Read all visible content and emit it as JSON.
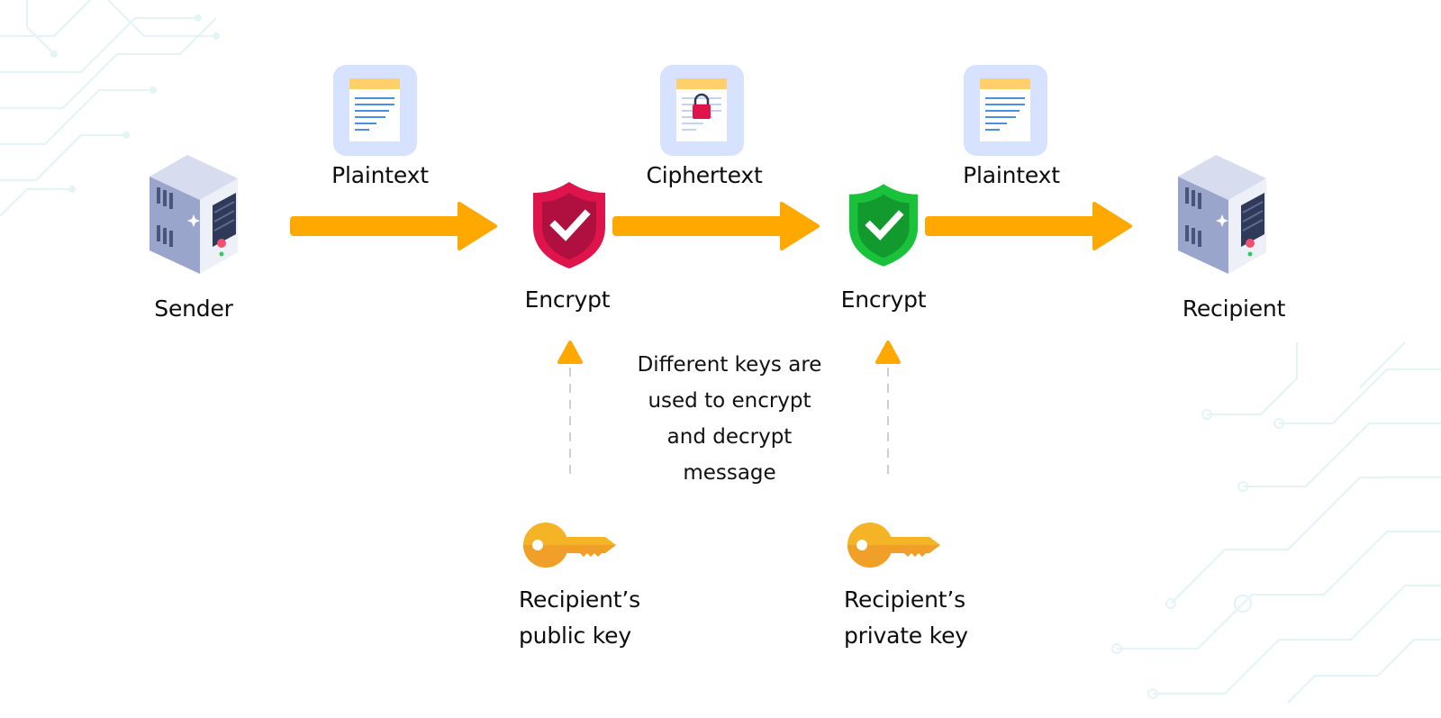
{
  "nodes": {
    "sender": {
      "label": "Sender"
    },
    "recipient": {
      "label": "Recipient"
    },
    "encrypt_1": {
      "label": "Encrypt"
    },
    "encrypt_2": {
      "label": "Encrypt"
    }
  },
  "documents": {
    "doc_1": {
      "label": "Plaintext"
    },
    "doc_2": {
      "label": "Ciphertext"
    },
    "doc_3": {
      "label": "Plaintext"
    }
  },
  "keys": {
    "public": {
      "line1": "Recipient’s",
      "line2": "public key"
    },
    "private": {
      "line1": "Recipient’s",
      "line2": "private key"
    }
  },
  "note": {
    "lines": [
      "Different keys are",
      "used to encrypt",
      "and decrypt",
      "message"
    ]
  },
  "colors": {
    "arrow": "#FFA800",
    "shield_encrypt_1": "#E0144C",
    "shield_encrypt_2": "#19C23A",
    "key": "#F4B425",
    "tile": "#D6E2FF"
  }
}
